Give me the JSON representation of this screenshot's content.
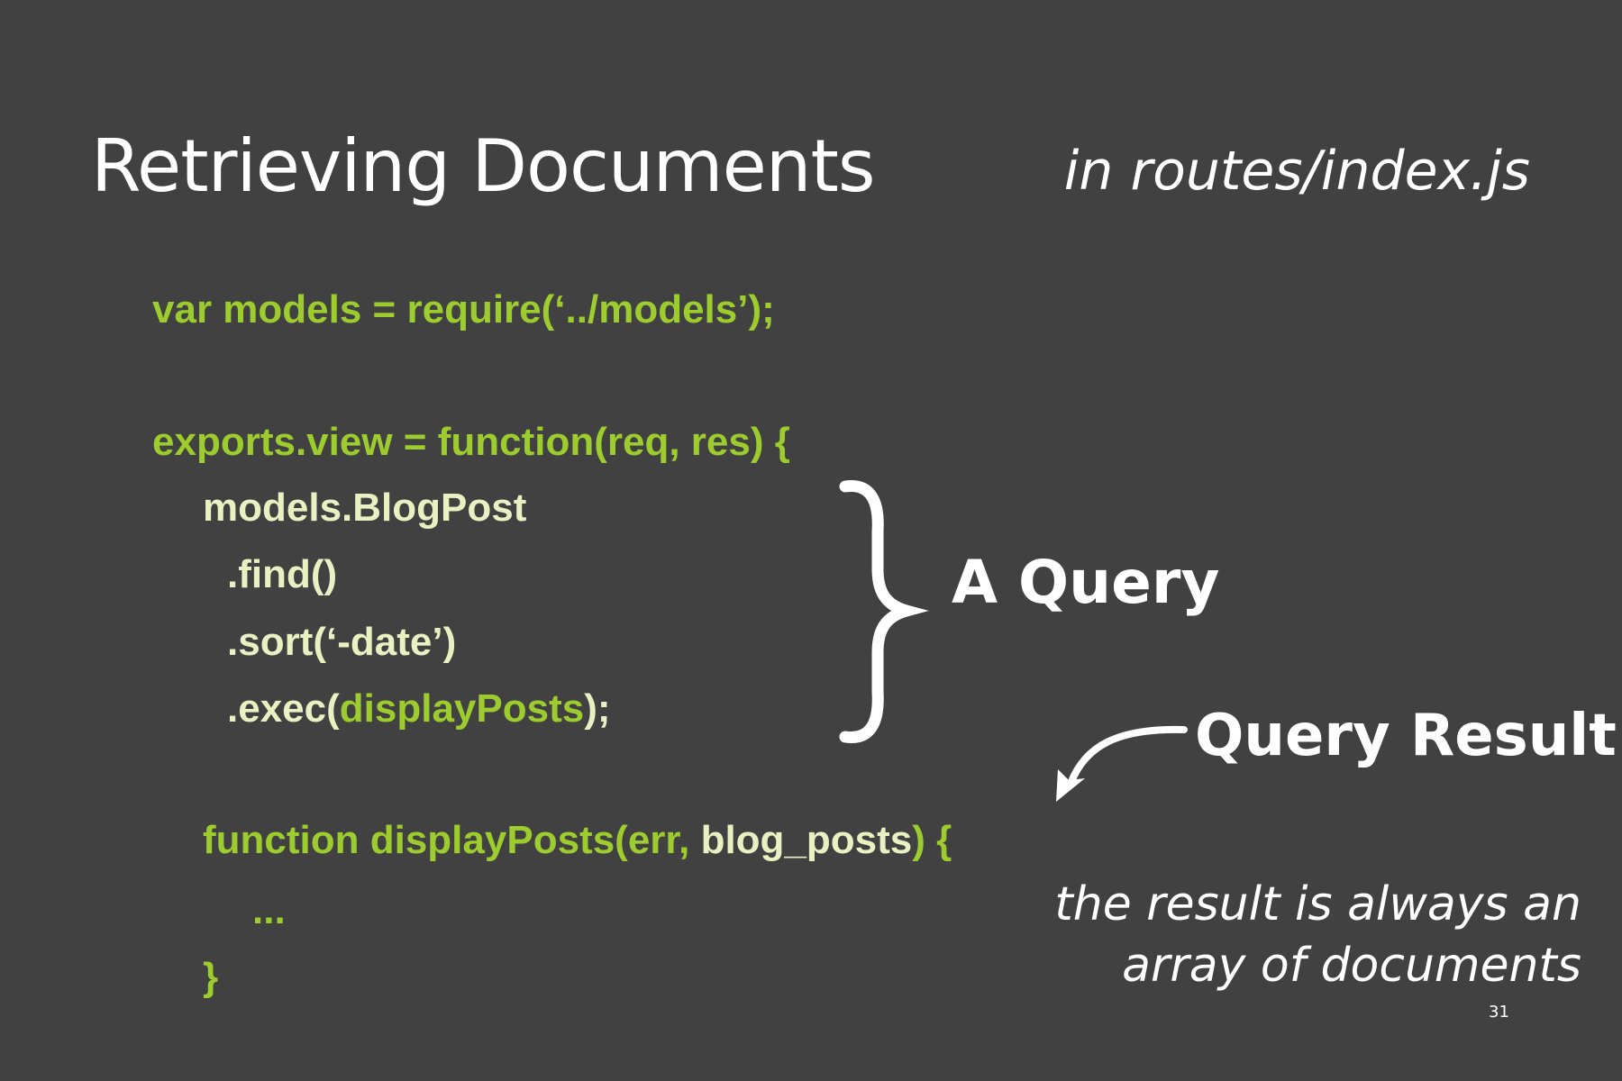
{
  "slide": {
    "title": "Retrieving Documents",
    "subtitle": "in routes/index.js",
    "page_number": "31"
  },
  "code": {
    "line1": "var models = require(‘../models’);",
    "line2": "exports.view = function(req, res) {",
    "line3": "models.BlogPost",
    "line4": ".find()",
    "line5": ".sort(‘-date’)",
    "line6_prefix": ".exec(",
    "line6_arg": "displayPosts",
    "line6_suffix": ");",
    "line7_prefix": "function displayPosts(err, ",
    "line7_arg": "blog_posts",
    "line7_suffix": ") {",
    "line8": "...",
    "line9": "}"
  },
  "annotations": {
    "query_label": "A Query",
    "result_label": "Query Result",
    "note_line1": "the result is always an",
    "note_line2": "array of documents"
  },
  "colors": {
    "background": "#414141",
    "code_green": "#9ccc2e",
    "code_light": "#e9f0c2",
    "text_white": "#ffffff"
  }
}
